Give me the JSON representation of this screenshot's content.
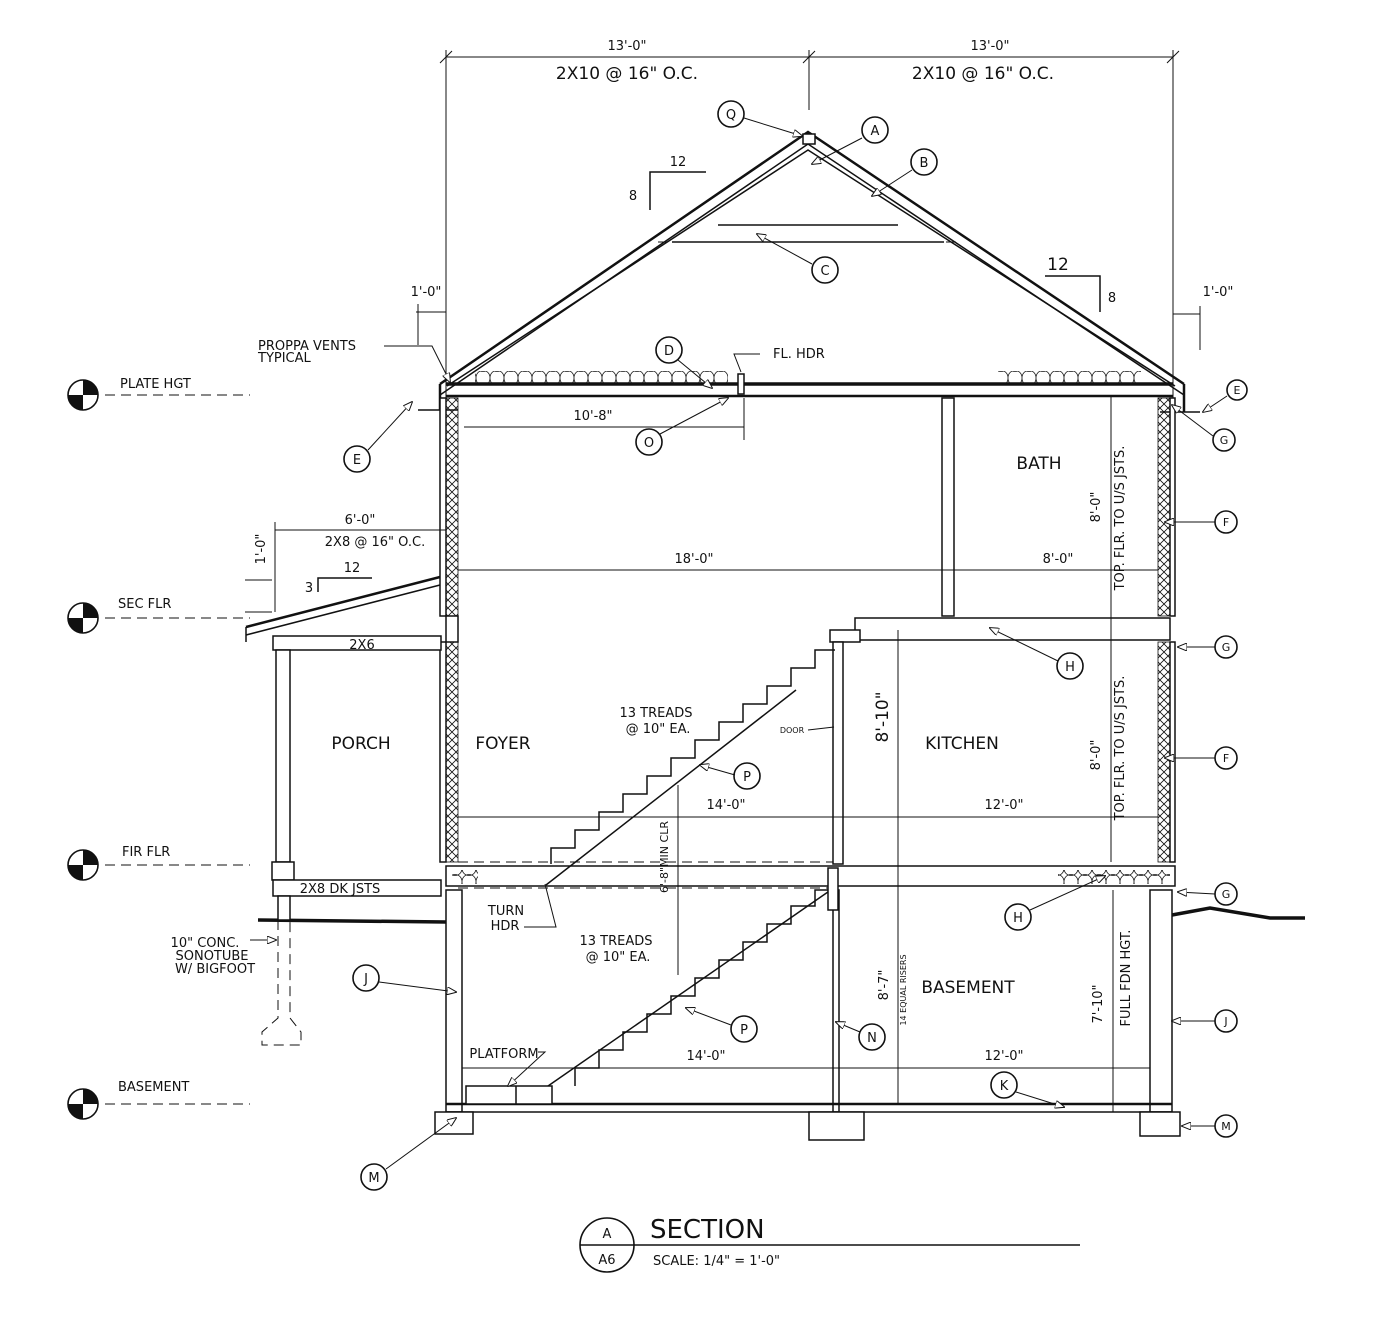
{
  "top_dims": {
    "left_span": "13'-0\"",
    "left_joists": "2X10 @ 16\" O.C.",
    "right_span": "13'-0\"",
    "right_joists": "2X10 @ 16\" O.C."
  },
  "roof_pitch": {
    "left_run": "12",
    "left_rise": "8",
    "right_run": "12",
    "right_rise": "8"
  },
  "overhangs": {
    "left": "1'-0\"",
    "right": "1'-0\""
  },
  "vents_note_line1": "PROPPA VENTS",
  "vents_note_line2": "TYPICAL",
  "fl_hdr": "FL. HDR",
  "dim_10_8": "10'-8\"",
  "levels": [
    {
      "label": "PLATE HGT"
    },
    {
      "label": "SEC FLR"
    },
    {
      "label": "FIR FLR"
    },
    {
      "label": "BASEMENT"
    }
  ],
  "porch": {
    "roof_span": "6'-0\"",
    "roof_joists": "2X8 @ 16\" O.C.",
    "roof_height": "1'-0\"",
    "pitch_rise": "3",
    "pitch_run": "12",
    "beam": "2X6",
    "room": "PORCH",
    "deck_joists": "2X8 DK JSTS",
    "sono_line1": "10\" CONC.",
    "sono_line2": "SONOTUBE",
    "sono_line3": "W/ BIGFOOT"
  },
  "rooms": {
    "bath": "BATH",
    "foyer": "FOYER",
    "kitchen": "KITCHEN",
    "basement": "BASEMENT"
  },
  "dims": {
    "second_floor_width": "18'-0\"",
    "bath_width": "8'-0\"",
    "stair_run_upper": "14'-0\"",
    "kitchen_width": "12'-0\"",
    "stair_run_lower": "14'-0\"",
    "basement_width": "12'-0\"",
    "bath_height": "8'-0\"",
    "top_flr_note_upper": "TOP. FLR. TO U/S JSTS.",
    "kitchen_height": "8'-0\"",
    "top_flr_note_lower": "TOP. FLR. TO U/S JSTS.",
    "stair_floor_to_floor": "8'-10\"",
    "basement_risers_height": "8'-7\"",
    "risers_note": "14 EQUAL RISERS",
    "fdn_height": "7'-10\"",
    "fdn_note": "FULL FDN HGT.",
    "headroom": "6'-8\"MIN CLR"
  },
  "stairs": {
    "upper_line1": "13 TREADS",
    "upper_line2": "@ 10\" EA.",
    "lower_line1": "13 TREADS",
    "lower_line2": "@ 10\" EA.",
    "door": "DOOR",
    "turn_hdr_line1": "TURN",
    "turn_hdr_line2": "HDR",
    "platform": "PLATFORM"
  },
  "tags": {
    "A": "A",
    "B": "B",
    "C": "C",
    "D": "D",
    "E": "E",
    "F": "F",
    "G": "G",
    "H": "H",
    "J": "J",
    "K": "K",
    "M": "M",
    "N": "N",
    "O": "O",
    "P": "P",
    "Q": "Q"
  },
  "title_block": {
    "detail": "A",
    "sheet": "A6",
    "title": "SECTION",
    "scale": "SCALE:  1/4\" = 1'-0\""
  }
}
